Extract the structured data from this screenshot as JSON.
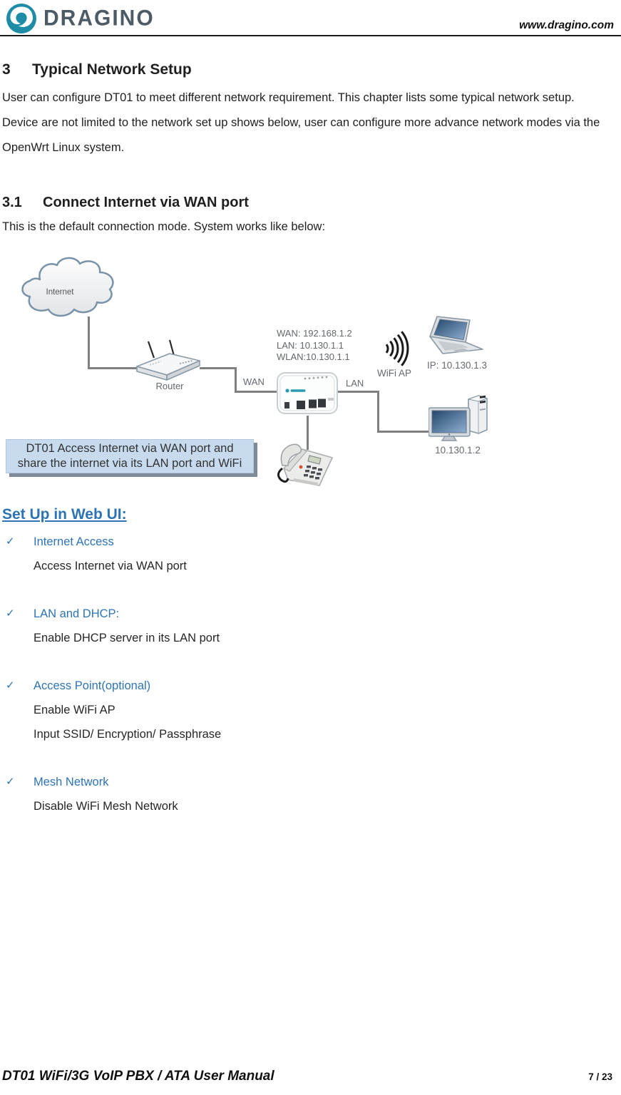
{
  "header": {
    "logo_text": "DRAGINO",
    "website": "www.dragino.com"
  },
  "section3": {
    "number": "3",
    "title": "Typical Network Setup",
    "body": "User can configure DT01 to meet different network requirement. This chapter lists some typical network setup. Device are not limited to the network set up shows below, user can configure more advance network modes via the OpenWrt Linux system."
  },
  "section31": {
    "number": "3.1",
    "title": "Connect Internet via WAN port",
    "body": "This is the default connection mode. System works like below:"
  },
  "diagram": {
    "internet_label": "Internet",
    "router_label": "Router",
    "wan_label": "WAN",
    "lan_label": "LAN",
    "device_ips": [
      "WAN: 192.168.1.2",
      "LAN: 10.130.1.1",
      "WLAN:10.130.1.1"
    ],
    "wifi_ap_label": "WiFi AP",
    "laptop_ip": "IP: 10.130.1.3",
    "desktop_ip": "10.130.1.2",
    "caption_line1": "DT01 Access  Internet via WAN port and",
    "caption_line2": "share the internet via its LAN port and WiFi"
  },
  "setup": {
    "heading": "Set Up in Web UI:",
    "check_glyph": "✓",
    "items": [
      {
        "title": "Internet Access",
        "details": [
          "Access Internet via WAN port"
        ]
      },
      {
        "title": "LAN and DHCP:",
        "details": [
          "Enable DHCP server in its LAN port"
        ]
      },
      {
        "title": "Access Point(optional)",
        "details": [
          "Enable WiFi AP",
          "Input SSID/ Encryption/ Passphrase"
        ]
      },
      {
        "title": "Mesh Network",
        "details": [
          "Disable WiFi Mesh Network"
        ]
      }
    ]
  },
  "footer": {
    "doc_title": "DT01 WiFi/3G VoIP PBX / ATA User Manual",
    "page": "7 / 23"
  },
  "colors": {
    "accent_blue": "#2E74B5",
    "logo_teal": "#1E8CA6",
    "logo_slate": "#4C5B66",
    "caption_bg": "#C7DAEE",
    "diagram_line": "#808080"
  }
}
